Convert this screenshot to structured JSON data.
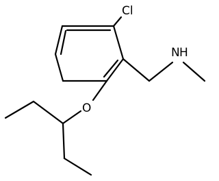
{
  "molecule": {
    "atoms": {
      "chlorine": "Cl",
      "nitrogen": "N",
      "hydrogen": "H",
      "oxygen": "O"
    },
    "colors": {
      "bond": "#000000",
      "background": "#ffffff"
    }
  }
}
